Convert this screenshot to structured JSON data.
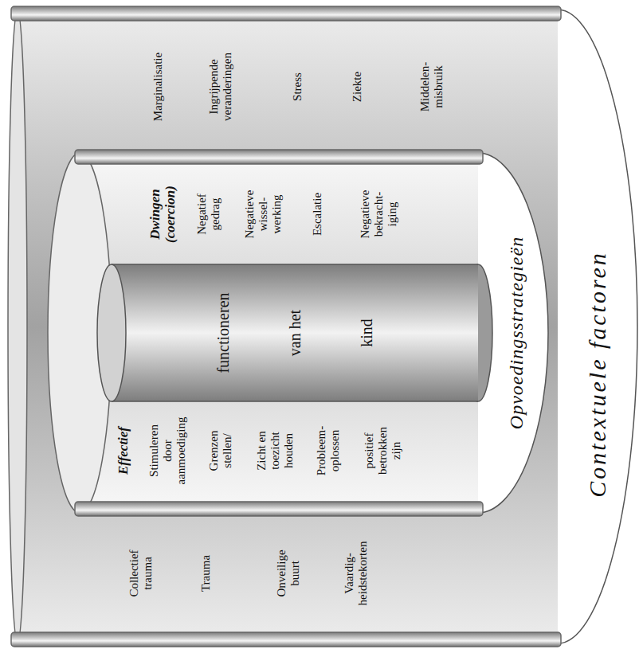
{
  "diagram": {
    "nodes": [
      {
        "text": [
          "Contextuele factoren",
          "Marginalisatie",
          "Ingrijpende veranderingen",
          "Stress",
          "Ziekte",
          "Middelen- misbruik",
          "Collectief trauma",
          "Trauma",
          "Onveilige buurt",
          "Vaardig- heidstekorten"
        ]
      },
      {
        "text": [
          "Opvoedingsstrategieën",
          "Effectief",
          "Stimuleren door aanmoediging",
          "Grenzen stellen/",
          "Zicht en toezicht houden",
          "Probleem- oplossen",
          "positief betrokken zijn",
          "Dwingen (coercion)",
          "Negatief gedrag",
          "Negatieve wissel- werking",
          "Escalatie",
          "Negatieve bekracht- iging"
        ],
        "in": 0
      },
      {
        "text": [
          "functioneren van het kind"
        ],
        "in": 1
      }
    ]
  }
}
